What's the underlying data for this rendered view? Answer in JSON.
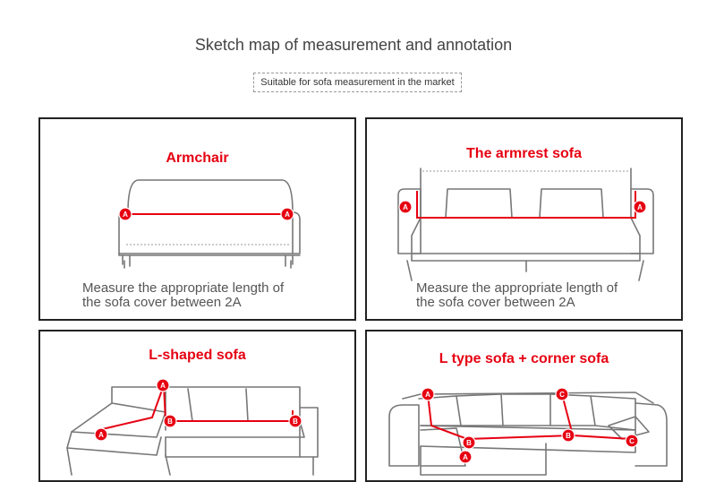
{
  "header": {
    "title": "Sketch map of measurement and annotation",
    "subtitle": "Suitable for sofa measurement in the market"
  },
  "panels": {
    "armchair": {
      "title": "Armchair",
      "desc_line1": "Measure the appropriate length of",
      "desc_line2": "the sofa cover between 2A"
    },
    "armrest": {
      "title": "The armrest sofa",
      "desc_line1": "Measure the appropriate length of",
      "desc_line2": "the sofa cover between 2A"
    },
    "lshape": {
      "title": "L-shaped sofa"
    },
    "corner": {
      "title": "L type sofa + corner sofa"
    }
  },
  "markers": {
    "a": "A",
    "b": "B",
    "c": "C"
  },
  "colors": {
    "accent": "#e60012",
    "border": "#222222",
    "sketch": "#777777"
  }
}
